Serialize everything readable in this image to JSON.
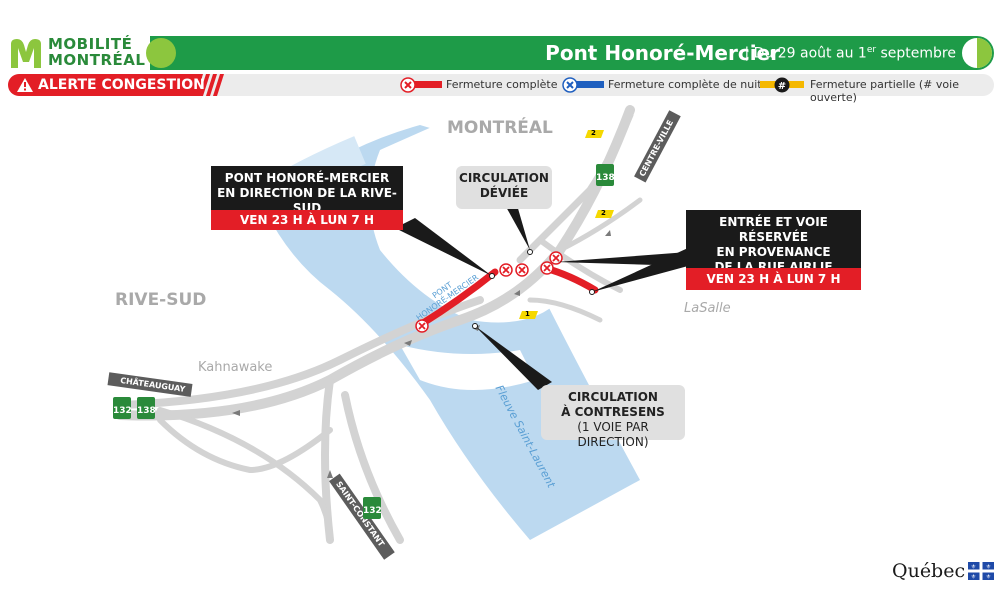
{
  "header": {
    "logo_line1": "MOBILITÉ",
    "logo_line2": "MONTRÉAL",
    "title": "Pont Honoré-Mercier",
    "date_prefix": "| Du 29 août au 1",
    "date_sup": "er",
    "date_suffix": " septembre",
    "colors": {
      "green": "#1e9b48",
      "light_green": "#8cc63e"
    }
  },
  "alert": {
    "label": "ALERTE CONGESTION",
    "color": "#e31e26"
  },
  "legend": [
    {
      "label": "Fermeture complète",
      "icon": "x-circle-icon",
      "color": "#e31e26"
    },
    {
      "label": "Fermeture complète de nuit",
      "icon": "x-circle-icon",
      "color": "#1f5fbf"
    },
    {
      "label": "Fermeture partielle (# voie ouverte)",
      "icon": "hash-circle-icon",
      "color": "#f5b800"
    }
  ],
  "map": {
    "regions": {
      "montreal": "MONTRÉAL",
      "rive_sud": "RIVE-SUD"
    },
    "cities": {
      "lasalle": "LaSalle",
      "kahnawake": "Kahnawake"
    },
    "water": {
      "river": "Fleuve Saint-Laurent",
      "bridge_line1": "PONT",
      "bridge_line2": "HONORÉ-MERCIER"
    },
    "direction_signs": {
      "centre_ville": "CENTRE-VILLE",
      "chateauguay": "CHÂTEAUGUAY",
      "saint_constant": "SAINT-CONSTANT"
    },
    "route_shields": {
      "r138_top": "138",
      "r132_left": "132",
      "r138_left": "138",
      "r132_bottom": "132"
    },
    "lane_badges": {
      "top": "2",
      "middle": "2",
      "bottom": "1"
    }
  },
  "callouts": {
    "south": {
      "line1": "PONT HONORÉ-MERCIER",
      "line2": "EN DIRECTION DE LA RIVE-SUD",
      "time": "VEN 23 H À LUN 7 H"
    },
    "airlie": {
      "line1": "ENTRÉE ET VOIE RÉSERVÉE",
      "line2": "EN PROVENANCE",
      "line3": "DE LA RUE AIRLIE",
      "time": "VEN 23 H À LUN 7 H"
    },
    "detour": {
      "line1": "CIRCULATION",
      "line2": "DÉVIÉE"
    },
    "contraflow": {
      "line1": "CIRCULATION",
      "line2": "À CONTRESENS",
      "line3": "(1 VOIE PAR DIRECTION)"
    }
  },
  "footer": {
    "brand": "Québec"
  }
}
